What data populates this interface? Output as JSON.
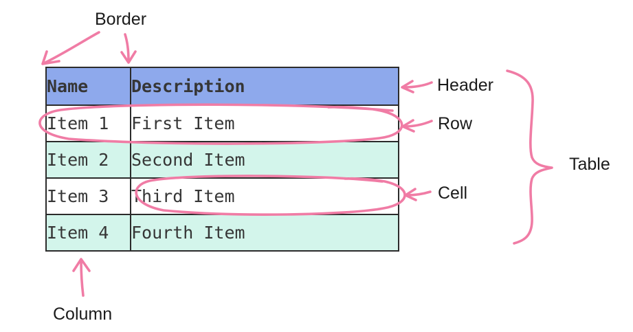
{
  "table": {
    "columns": [
      "Name",
      "Description"
    ],
    "rows": [
      {
        "name": "Item 1",
        "description": "First Item"
      },
      {
        "name": "Item 2",
        "description": "Second Item"
      },
      {
        "name": "Item 3",
        "description": "Third Item"
      },
      {
        "name": "Item 4",
        "description": "Fourth Item"
      }
    ]
  },
  "annotations": {
    "border_label": "Border",
    "header_label": "Header",
    "row_label": "Row",
    "cell_label": "Cell",
    "table_label": "Table",
    "column_label": "Column"
  },
  "colors": {
    "header_bg": "#8EA9EC",
    "stripe_bg": "#D3F5EB",
    "row_bg": "#FFFFFF",
    "table_border": "#2B2B2B",
    "table_text": "#363636",
    "annotation_pink": "#F07CA5",
    "label_text": "#1B1B1B",
    "background": "#FFFFFF"
  }
}
